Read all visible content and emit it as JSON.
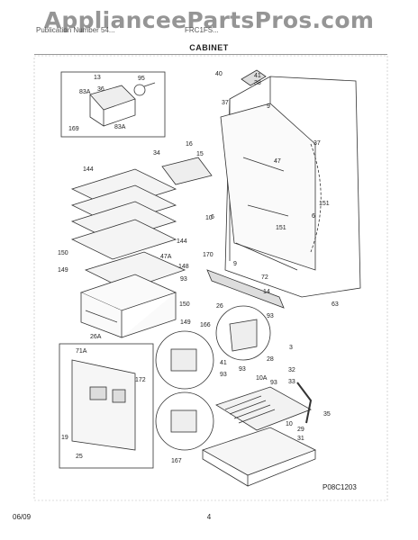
{
  "watermark": "ApplianceePartsPros.com",
  "header": {
    "left": "Publication Number 54...",
    "model": "FRC1FS..."
  },
  "section_title": "CABINET",
  "footer": {
    "date": "06/09",
    "page": "4"
  },
  "figure_code": "P08C1203",
  "callouts": [
    "40",
    "41",
    "38",
    "37",
    "9",
    "13",
    "83A",
    "36",
    "95",
    "169",
    "83A",
    "16",
    "15",
    "34",
    "47",
    "37",
    "144",
    "144",
    "10",
    "151",
    "6",
    "151",
    "6",
    "47A",
    "170",
    "150",
    "148",
    "9",
    "149",
    "93",
    "72",
    "14",
    "26",
    "63",
    "93",
    "150",
    "149",
    "166",
    "26A",
    "71A",
    "172",
    "3",
    "41",
    "28",
    "93",
    "32",
    "93",
    "93",
    "10A",
    "33",
    "35",
    "19",
    "10",
    "29",
    "31",
    "25",
    "167"
  ]
}
